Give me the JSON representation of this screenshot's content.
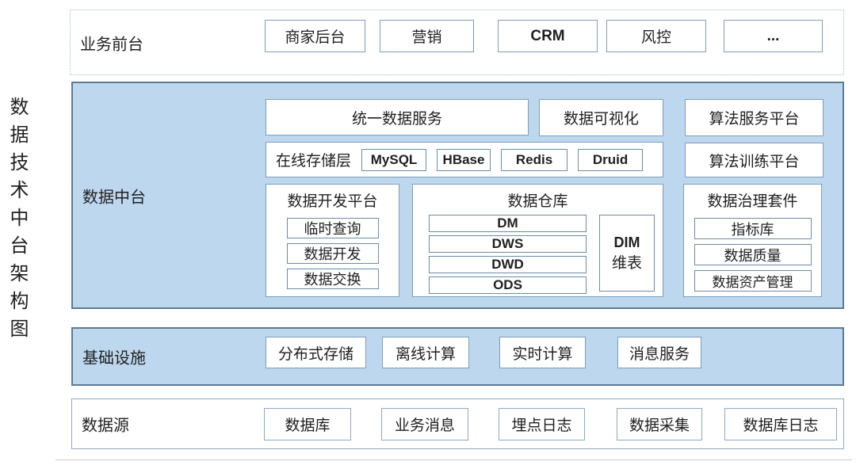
{
  "title": {
    "vertical_text": "数据技术中台架构图"
  },
  "colors": {
    "layer_fill": "#BDD7EE",
    "layer_border": "#5B7B95",
    "box_border": "#7F9DB9",
    "small_box_border": "#6A8CA8",
    "frontend_dashed_border": "#9FBCCF",
    "source_border": "#8FA8C0",
    "text": "#1F1F1F"
  },
  "frontend": {
    "label": "业务前台",
    "boxes": [
      "商家后台",
      "营销",
      "CRM",
      "风控",
      "..."
    ]
  },
  "middle": {
    "label": "数据中台",
    "unified_data_service": "统一数据服务",
    "data_visualization": "数据可视化",
    "algorithm_service_platform": "算法服务平台",
    "online_storage": {
      "label": "在线存储层",
      "engines": [
        "MySQL",
        "HBase",
        "Redis",
        "Druid"
      ]
    },
    "algorithm_training_platform": "算法训练平台",
    "data_dev_platform": {
      "label": "数据开发平台",
      "items": [
        "临时查询",
        "数据开发",
        "数据交换"
      ]
    },
    "data_warehouse": {
      "label": "数据仓库",
      "layers": [
        "DM",
        "DWS",
        "DWD",
        "ODS"
      ],
      "dim_line1": "DIM",
      "dim_line2": "维表"
    },
    "data_governance": {
      "label": "数据治理套件",
      "items": [
        "指标库",
        "数据质量",
        "数据资产管理"
      ]
    }
  },
  "infrastructure": {
    "label": "基础设施",
    "boxes": [
      "分布式存储",
      "离线计算",
      "实时计算",
      "消息服务"
    ]
  },
  "data_source": {
    "label": "数据源",
    "boxes": [
      "数据库",
      "业务消息",
      "埋点日志",
      "数据采集",
      "数据库日志"
    ]
  }
}
